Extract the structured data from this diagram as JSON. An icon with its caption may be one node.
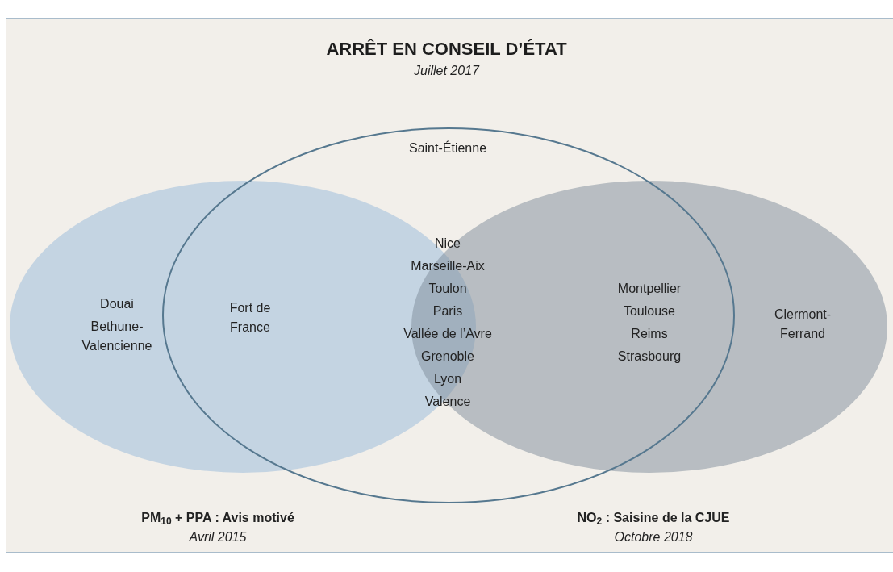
{
  "diagram": {
    "title": "ARRÊT EN CONSEIL D’ÉTAT",
    "nodes": [
      {
        "text": [
          "Douai",
          "Bethune-Valencienne"
        ],
        "beside": [
          "PM$_{10}$ + PPA : Avis motivé",
          "Avril 2015"
        ]
      },
      {
        "text": [
          "Clermont-Ferrand"
        ],
        "beside": [
          "NO$_{2}$ : Saisine de la CJUE",
          "Octobre 2018"
        ]
      },
      {
        "text": [
          "Saint-Étienne"
        ]
      }
    ],
    "labels": [
      "Juillet 2017",
      "Nice",
      "Marseille-Aix",
      "Toulon",
      "Paris",
      "Vallée de l’Avre",
      "Grenoble",
      "Lyon",
      "Valence",
      "Fort de France",
      "Montpellier",
      "Toulouse",
      "Reims",
      "Strasbourg"
    ]
  }
}
